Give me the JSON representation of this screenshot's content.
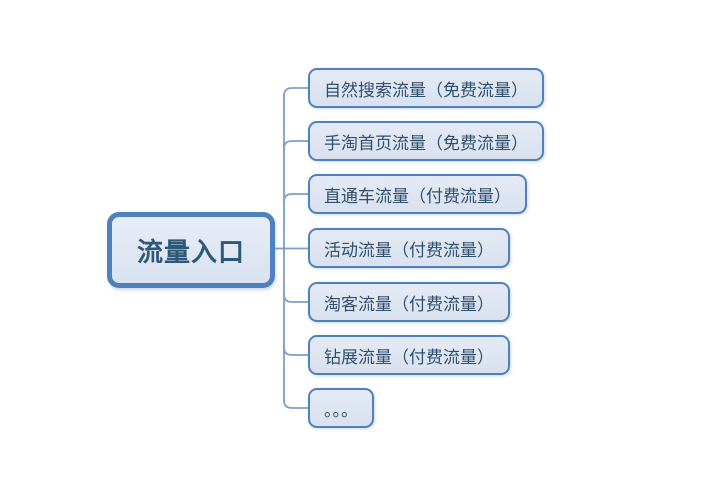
{
  "diagram": {
    "type": "mindmap",
    "root": {
      "label": "流量入口"
    },
    "children": [
      {
        "label": "自然搜索流量（免费流量）"
      },
      {
        "label": "手淘首页流量（免费流量）"
      },
      {
        "label": "直通车流量（付费流量）"
      },
      {
        "label": "活动流量（付费流量）"
      },
      {
        "label": "淘客流量（付费流量）"
      },
      {
        "label": "钻展流量（付费流量）"
      },
      {
        "label": "。。。"
      }
    ],
    "colors": {
      "node_border": "#4f81bd",
      "node_fill": "#d9e1ef",
      "root_fill": "#d9e2f0",
      "root_text": "#2e5878",
      "child_text": "#2f4f6e",
      "connector": "#7e9fc8"
    }
  }
}
